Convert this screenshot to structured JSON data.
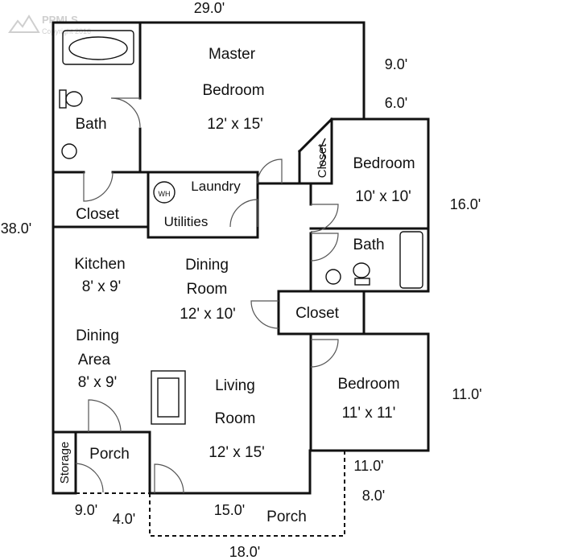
{
  "watermark": {
    "brand": "PPMLS",
    "copyright": "Copyright 2016"
  },
  "rooms": {
    "master_bedroom": {
      "name_line1": "Master",
      "name_line2": "Bedroom",
      "size": "12' x 15'"
    },
    "bath_master": {
      "name": "Bath"
    },
    "closet_left": {
      "name": "Closet"
    },
    "laundry": {
      "name": "Laundry",
      "wh": "WH"
    },
    "utilities": {
      "name": "Utilities"
    },
    "bedroom_2": {
      "name": "Bedroom",
      "size": "10' x 10'"
    },
    "closet_vertical": {
      "name": "Closet"
    },
    "bath_2": {
      "name": "Bath"
    },
    "kitchen": {
      "name": "Kitchen",
      "size": "8' x 9'"
    },
    "dining_room": {
      "name_line1": "Dining",
      "name_line2": "Room",
      "size": "12' x 10'"
    },
    "closet_center": {
      "name": "Closet"
    },
    "dining_area": {
      "name_line1": "Dining",
      "name_line2": "Area",
      "size": "8' x 9'"
    },
    "living_room": {
      "name_line1": "Living",
      "name_line2": "Room",
      "size": "12' x 15'"
    },
    "bedroom_3": {
      "name": "Bedroom",
      "size": "11' x 11'"
    },
    "storage": {
      "name": "Storage"
    },
    "porch_small": {
      "name": "Porch"
    },
    "porch_bottom": {
      "name": "Porch"
    }
  },
  "dimensions": {
    "top": "29.0'",
    "left": "38.0'",
    "right_upper": "9.0'",
    "right_step": "6.0'",
    "right_bedroom": "16.0'",
    "right_lower": "11.0'",
    "bottom_right_a": "11.0'",
    "bottom_right_b": "8.0'",
    "bottom_left_a": "9.0'",
    "bottom_left_b": "4.0'",
    "bottom_mid": "15.0'",
    "bottom_porch": "18.0'"
  }
}
